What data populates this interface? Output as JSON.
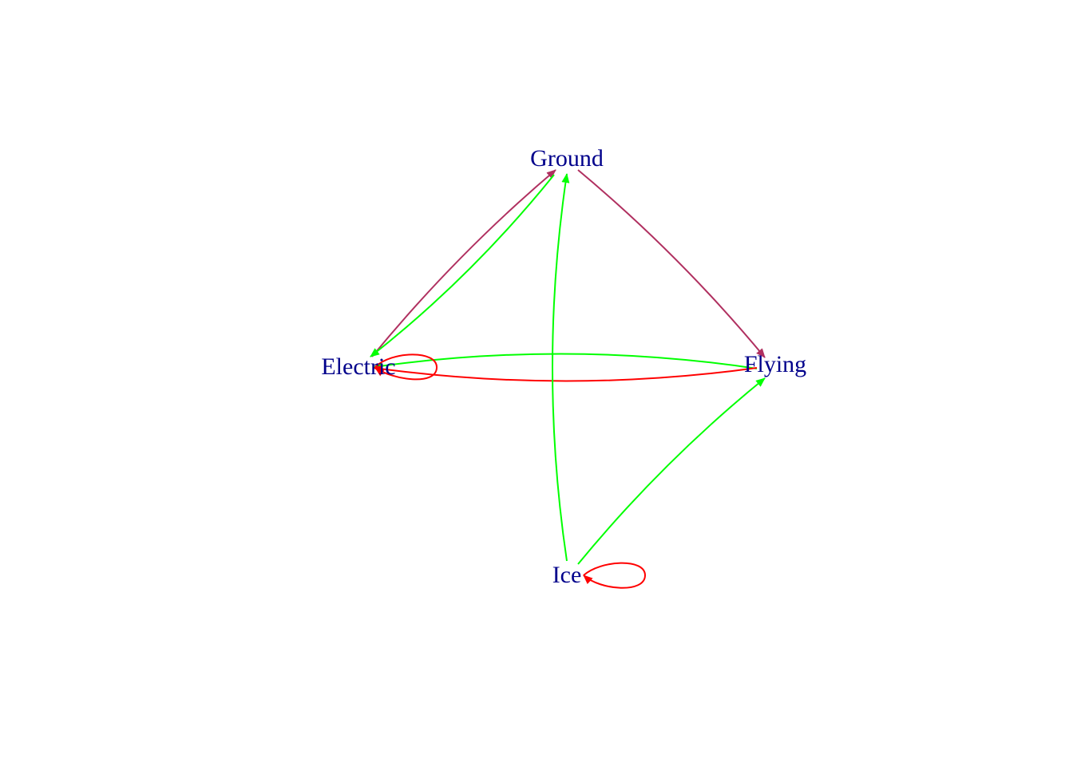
{
  "graph": {
    "node_color": "#00008b",
    "edge_colors": {
      "green": "#00ff00",
      "red": "#ff0000",
      "maroon": "#b03060"
    },
    "nodes": [
      {
        "id": "ground",
        "label": "Ground"
      },
      {
        "id": "electric",
        "label": "Electric"
      },
      {
        "id": "flying",
        "label": "Flying"
      },
      {
        "id": "ice",
        "label": "Ice"
      }
    ],
    "edges": [
      {
        "from": "ground",
        "to": "flying",
        "color": "maroon"
      },
      {
        "from": "electric",
        "to": "ground",
        "color": "maroon"
      },
      {
        "from": "ground",
        "to": "electric",
        "color": "green"
      },
      {
        "from": "flying",
        "to": "electric",
        "color": "green"
      },
      {
        "from": "flying",
        "to": "electric",
        "color": "red"
      },
      {
        "from": "electric",
        "to": "electric",
        "color": "red"
      },
      {
        "from": "ice",
        "to": "ground",
        "color": "green"
      },
      {
        "from": "ice",
        "to": "flying",
        "color": "green"
      },
      {
        "from": "ice",
        "to": "ice",
        "color": "red"
      }
    ]
  }
}
